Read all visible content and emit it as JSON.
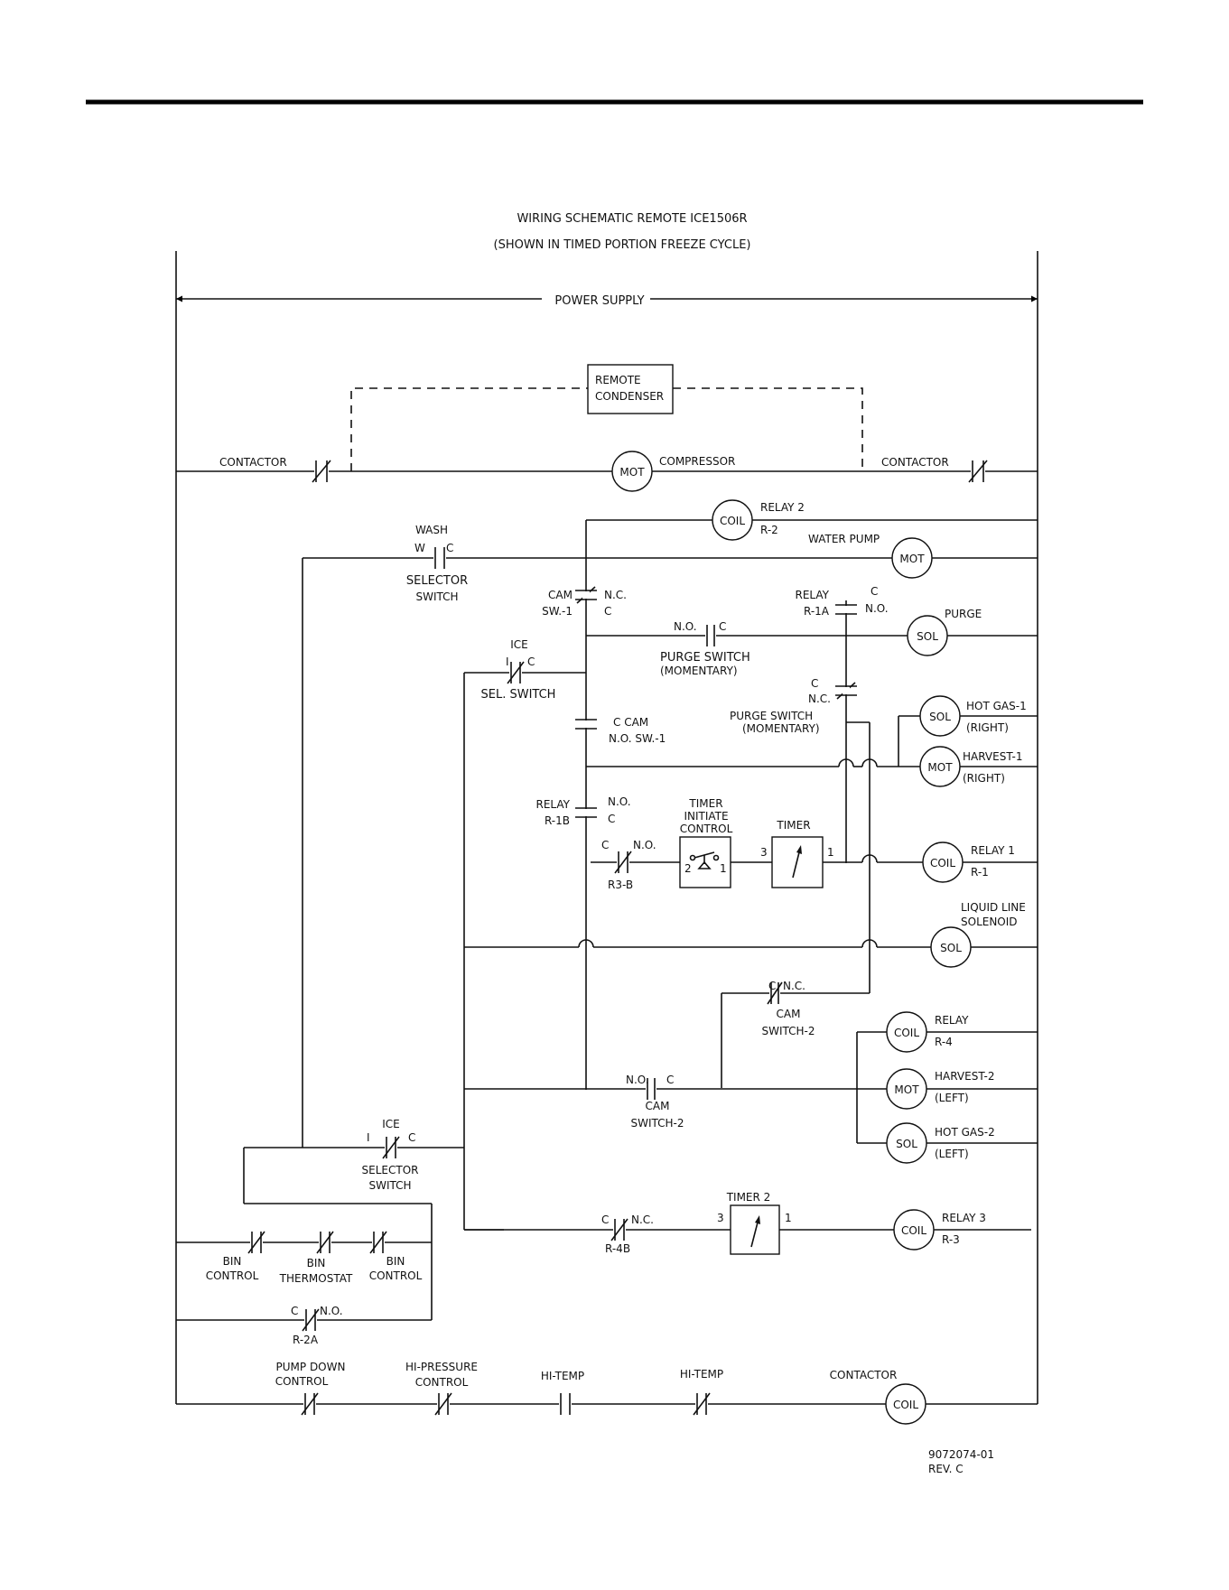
{
  "title": "WIRING SCHEMATIC REMOTE ICE1506R",
  "subtitle": "(SHOWN IN TIMED PORTION FREEZE CYCLE)",
  "power_supply": "POWER SUPPLY",
  "remote_condenser": [
    "REMOTE",
    "CONDENSER"
  ],
  "contactor": "CONTACTOR",
  "compressor": "COMPRESSOR",
  "relay2": [
    "RELAY 2",
    "R-2"
  ],
  "wash": "WASH",
  "w": "W",
  "c": "C",
  "i": "I",
  "selector_switch": [
    "SELECTOR",
    "SWITCH"
  ],
  "water_pump": "WATER PUMP",
  "cam_sw1": [
    "CAM",
    "SW.-1"
  ],
  "nc": "N.C.",
  "no": "N.O.",
  "relay_r1a": [
    "RELAY",
    "R-1A"
  ],
  "purge": "PURGE",
  "purge_switch_1": [
    "PURGE SWITCH",
    "(MOMENTARY)"
  ],
  "ice": "ICE",
  "sel_switch": "SEL. SWITCH",
  "purge_switch_2": [
    "PURGE  SWITCH",
    "(MOMENTARY)"
  ],
  "hot_gas_1": [
    "HOT GAS-1",
    "(RIGHT)"
  ],
  "harvest_1": [
    "HARVEST-1",
    "(RIGHT)"
  ],
  "c_cam": "C  CAM",
  "no_sw1": "N.O.  SW.-1",
  "relay_r1b": [
    "RELAY",
    "R-1B"
  ],
  "timer_initiate": [
    "TIMER",
    "INITIATE",
    "CONTROL"
  ],
  "timer": "TIMER",
  "r3b": "R3-B",
  "relay1": [
    "RELAY 1",
    "R-1"
  ],
  "liquid_line": [
    "LIQUID LINE",
    "SOLENOID"
  ],
  "cam_switch_2": [
    "CAM",
    "SWITCH-2"
  ],
  "relay_r4": [
    "RELAY",
    "R-4"
  ],
  "harvest_2": [
    "HARVEST-2",
    "(LEFT)"
  ],
  "hot_gas_2": [
    "HOT GAS-2",
    "(LEFT)"
  ],
  "timer2": "TIMER 2",
  "r4b": "R-4B",
  "relay3": [
    "RELAY 3",
    "R-3"
  ],
  "bin_control": [
    "BIN",
    "CONTROL"
  ],
  "bin_thermostat": [
    "BIN",
    "THERMOSTAT"
  ],
  "r2a": "R-2A",
  "pump_down": [
    "PUMP DOWN",
    "CONTROL"
  ],
  "hi_pressure": [
    "HI-PRESSURE",
    "CONTROL"
  ],
  "hi_temp": "HI-TEMP",
  "coil": "COIL",
  "mot": "MOT",
  "sol": "SOL",
  "drawing_no": [
    "9072074-01",
    "REV. C"
  ],
  "timer_pins": [
    "3",
    "1"
  ],
  "timer_init_pins": [
    "2",
    "1"
  ]
}
